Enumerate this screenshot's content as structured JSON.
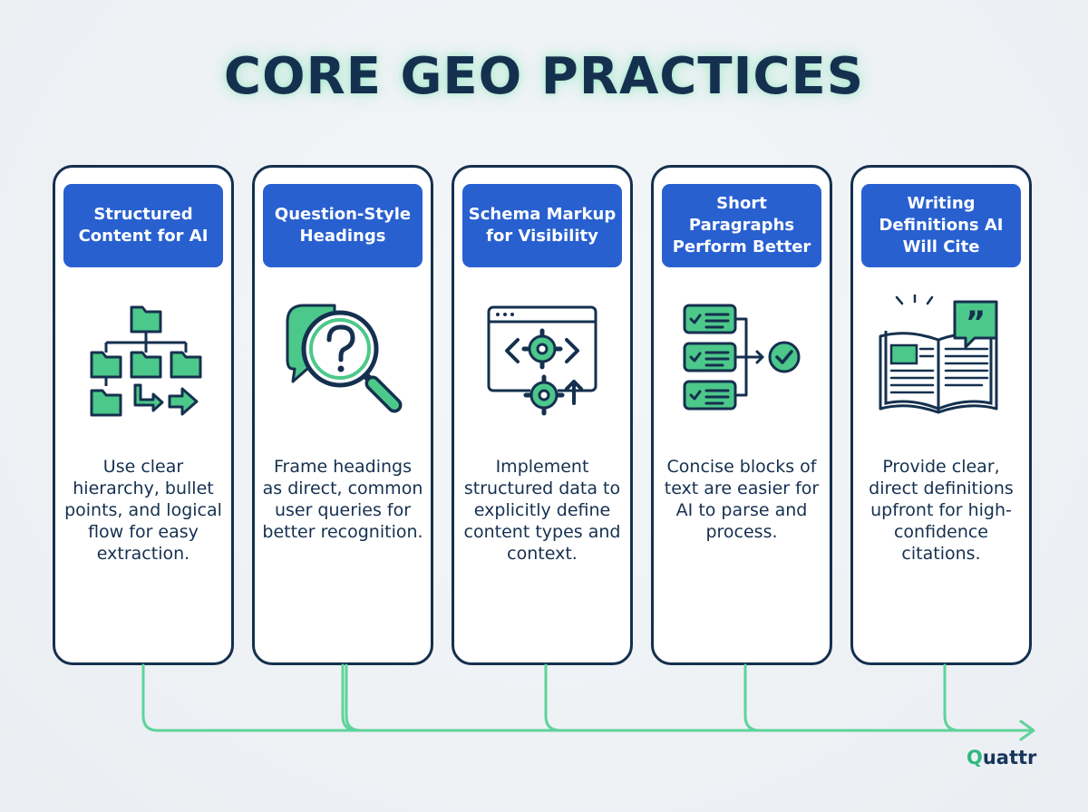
{
  "title": "CORE GEO PRACTICES",
  "colors": {
    "navy": "#15304f",
    "header_blue": "#2860d0",
    "icon_green": "#4cc88a",
    "connector_green": "#5fd39a"
  },
  "cards": [
    {
      "heading": "Structured Content for AI",
      "icon": "hierarchy-folders-icon",
      "description": "Use clear hierarchy, bullet points, and logical flow for easy extraction."
    },
    {
      "heading": "Question-Style Headings",
      "icon": "question-magnifier-icon",
      "description": "Frame headings as direct, common user queries for better recognition."
    },
    {
      "heading": "Schema Markup for Visibility",
      "icon": "code-window-gears-icon",
      "description": "Implement structured data to explicitly define content types and context."
    },
    {
      "heading": "Short Paragraphs Perform Better",
      "icon": "checklist-blocks-icon",
      "description": "Concise blocks of text are easier for AI to parse and process."
    },
    {
      "heading": "Writing Definitions AI Will Cite",
      "icon": "open-book-quote-icon",
      "description": "Provide clear, direct definitions upfront for high-confidence citations."
    }
  ],
  "brand": {
    "first": "Q",
    "rest": "uattr"
  }
}
